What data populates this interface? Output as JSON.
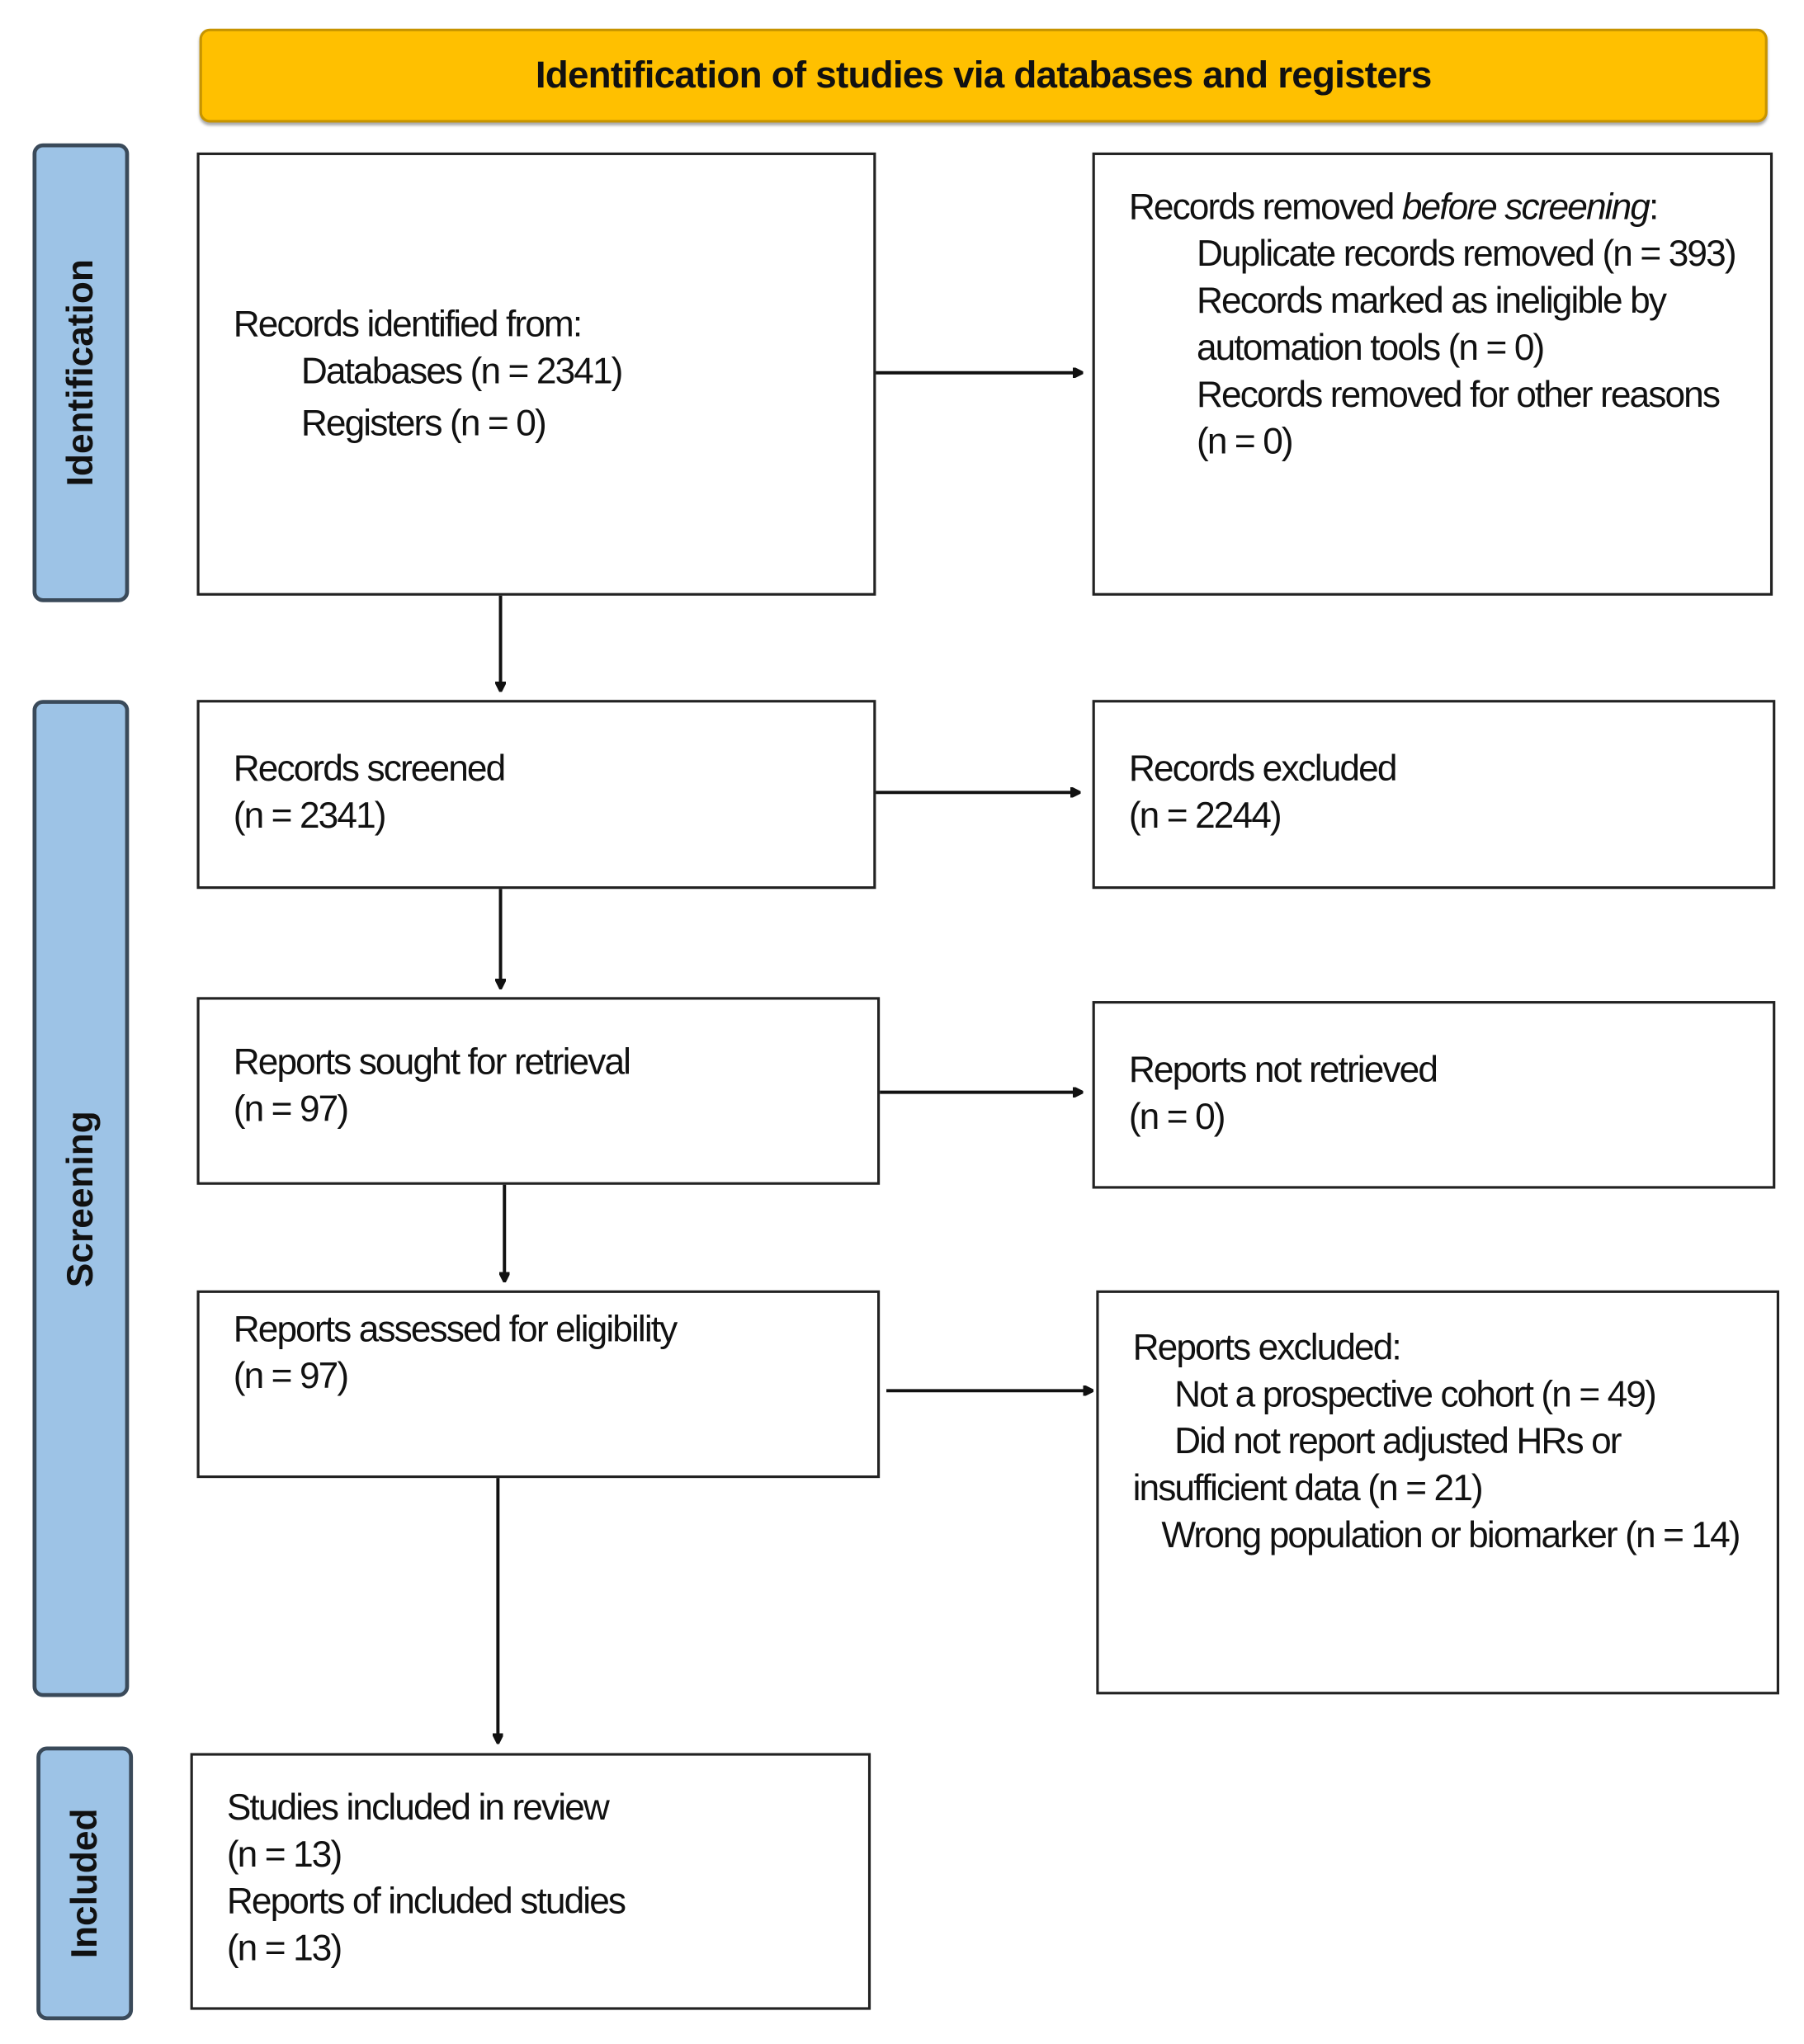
{
  "header": "Identification of studies via databases and registers",
  "phases": {
    "identification": "Identification",
    "screening": "Screening",
    "included": "Included"
  },
  "identified": {
    "title": "Records identified from:",
    "databases": "Databases (n = 2341)",
    "registers": "Registers (n = 0)"
  },
  "removed": {
    "prefix": "Records removed ",
    "italic": "before screening",
    "colon": ":",
    "duplicates": "Duplicate records removed (n = 393)",
    "ineligible": "Records marked as ineligible by automation tools (n = 0)",
    "other": "Records removed for other reasons (n = 0)"
  },
  "screened": {
    "title": "Records screened",
    "n": "(n = 2341)"
  },
  "excluded": {
    "title": "Records excluded",
    "n": "(n = 2244)"
  },
  "sought": {
    "title": "Reports sought for retrieval",
    "n": "(n = 97)"
  },
  "not_retrieved": {
    "title": "Reports not retrieved",
    "n": "(n = 0)"
  },
  "assessed": {
    "title": "Reports assessed for eligibility",
    "n": "(n = 97)"
  },
  "reports_excluded": {
    "title": "Reports excluded:",
    "r1": "Not a prospective cohort (n = 49)",
    "r2": "Did not report adjusted HRs or insufficient data (n = 21)",
    "r3": "Wrong population or biomarker (n = 14)"
  },
  "included": {
    "studies": "Studies included in review",
    "studies_n": "(n = 13)",
    "reports": "Reports of included studies",
    "reports_n": "(n = 13)"
  },
  "colors": {
    "header": "#FFC000",
    "phase": "#9DC3E6"
  }
}
